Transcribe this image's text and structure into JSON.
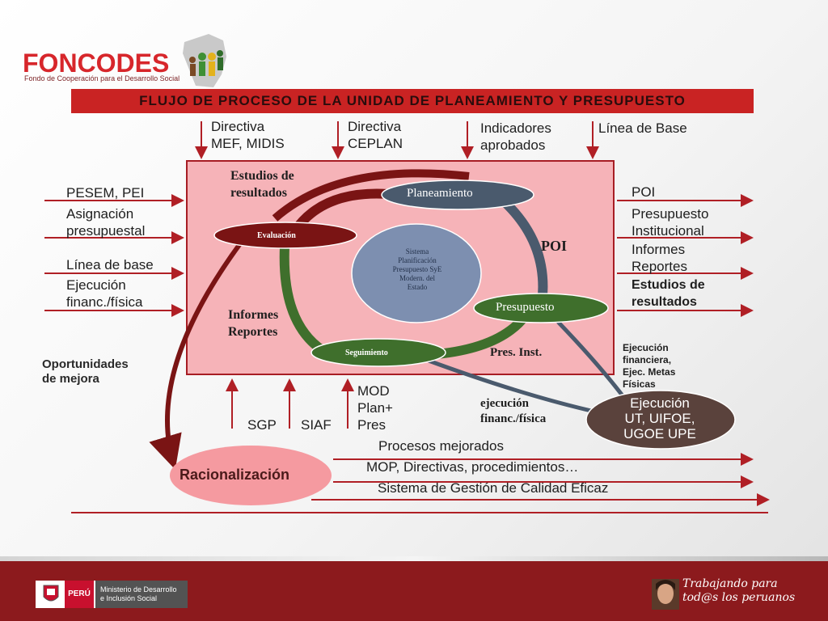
{
  "logo": {
    "name": "FONCODES",
    "subtitle": "Fondo de Cooperación para el Desarrollo Social"
  },
  "title": "FLUJO DE PROCESO  DE LA UNIDAD DE PLANEAMIENTO Y PRESUPUESTO",
  "top_inputs": [
    "Directiva\nMEF, MIDIS",
    "Directiva\nCEPLAN",
    "Indicadores\naprobados",
    "Línea de Base"
  ],
  "left_inputs": [
    "PESEM,  PEI",
    "Asignación\npresupuestal",
    "Línea de base",
    "Ejecución\nfinanc./física"
  ],
  "right_outputs": [
    "POI",
    "Presupuesto\nInstitucional",
    "Informes\nReportes",
    "Estudios de\nresultados"
  ],
  "bottom_inputs": [
    "SGP",
    "SIAF",
    "MOD\nPlan+\nPres"
  ],
  "cycle": {
    "planeamiento": "Planeamiento",
    "presupuesto": "Presupuesto",
    "seguimiento": "Seguimiento",
    "evaluacion": "Evaluación",
    "center": "Sistema\nPlanificación\nPresupuesto SyE\nModern. del\nEstado",
    "poi": "POI",
    "pres_inst": "Pres. Inst.",
    "informes": "Informes\nReportes",
    "estudios": "Estudios de\nresultados"
  },
  "oportunidades": "Oportunidades\nde mejora",
  "ejecucion_side": "Ejecución\nfinanciera,\nEjec. Metas\nFísicas",
  "ejecucion_fin": "ejecución\nfinanc./física",
  "ejecucion_node": "Ejecución\nUT, UIFOE,\nUGOE UPE",
  "racionalizacion": "Racionalización",
  "bottom_outputs": [
    "Procesos mejorados",
    "MOP,  Directivas, procedimientos…",
    "Sistema de Gestión de Calidad Eficaz"
  ],
  "footer": {
    "peru": "PERÚ",
    "ministerio": "Ministerio de Desarrollo\ne Inclusión Social",
    "slogan": "Trabajando para\ntod@s los peruanos"
  },
  "colors": {
    "arrow": "#b01f25",
    "box_fill": "#f6b3b8",
    "dark_red": "#7a1414",
    "green": "#3f6f2c",
    "slate": "#4a5a6d",
    "node_brown": "#5a423c",
    "rac_fill": "#f59aa0"
  }
}
